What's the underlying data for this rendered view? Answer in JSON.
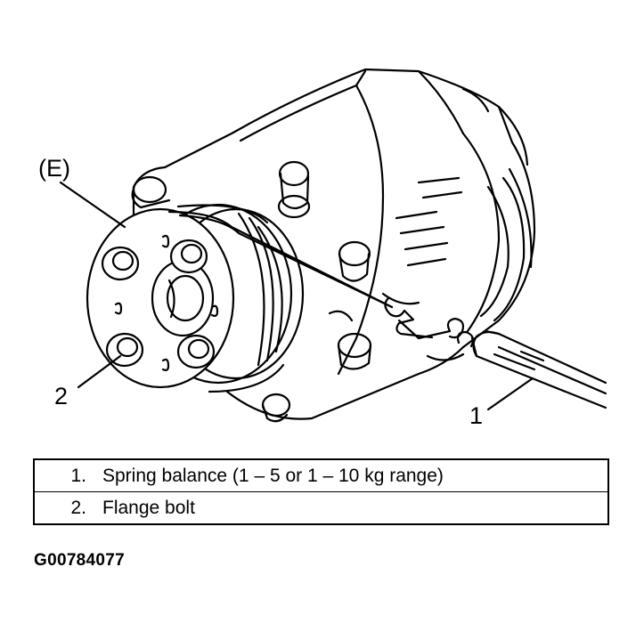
{
  "callouts": {
    "tool": "(E)",
    "item_1": "1",
    "item_2": "2"
  },
  "legend": [
    {
      "number": "1.",
      "text": "Spring balance (1 – 5 or 1 – 10 kg range)"
    },
    {
      "number": "2.",
      "text": "Flange bolt"
    }
  ],
  "figure_code": "G00784077"
}
